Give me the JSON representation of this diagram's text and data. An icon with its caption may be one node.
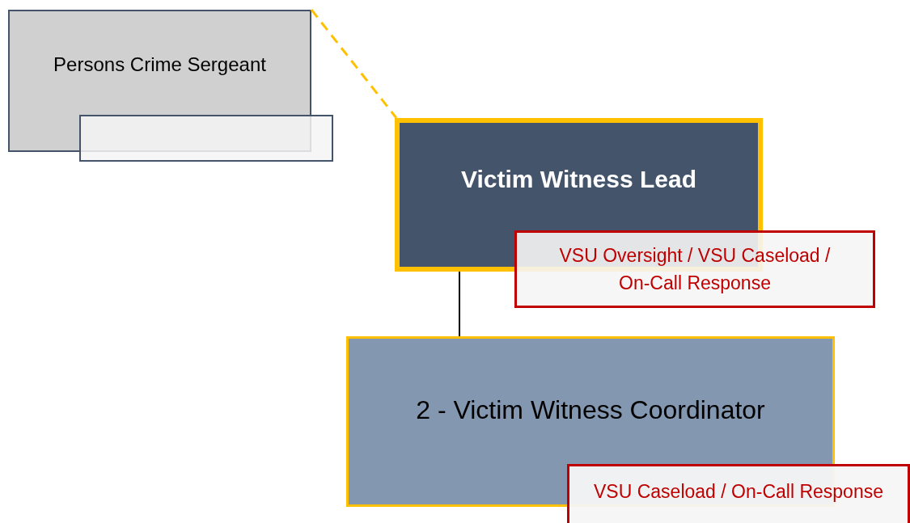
{
  "diagram": {
    "nodes": [
      {
        "text": [
          "Persons Crime Sergeant"
        ]
      },
      {
        "text": [],
        "shape": "box"
      },
      {
        "text": [
          "Victim Witness Lead"
        ]
      },
      {
        "text": [
          "VSU Oversight / VSU Caseload / On-Call Response"
        ]
      },
      {
        "text": [
          "2 - Victim Witness Coordinator"
        ]
      },
      {
        "text": [
          "VSU Caseload / On-Call Response"
        ]
      }
    ],
    "edges": [
      {
        "from": 0,
        "to": 2,
        "arrow": "none",
        "style": "dashed",
        "color": "#ffc000"
      },
      {
        "from": 2,
        "to": 4,
        "arrow": "none",
        "color": "#000000"
      }
    ]
  }
}
